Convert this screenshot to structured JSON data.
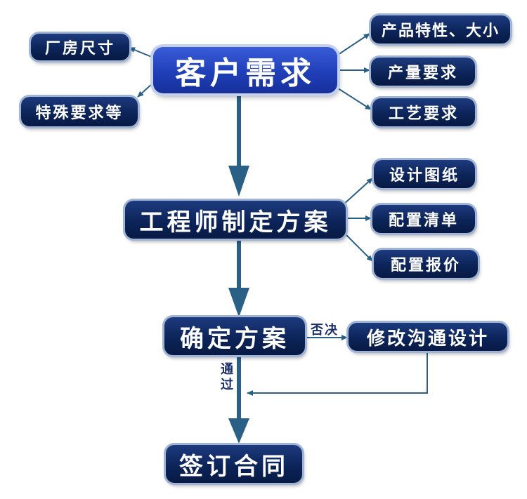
{
  "nodes": {
    "customer_needs": "客户需求",
    "factory_size": "厂房尺寸",
    "special_requirements": "特殊要求等",
    "product_features": "产品特性、大小",
    "output_requirements": "产量要求",
    "process_requirements": "工艺要求",
    "engineer_plan": "工程师制定方案",
    "design_drawings": "设计图纸",
    "config_list": "配置清单",
    "config_quote": "配置报价",
    "confirm_plan": "确定方案",
    "revise_design": "修改沟通设计",
    "sign_contract": "签订合同"
  },
  "edge_labels": {
    "rejected": "否决",
    "passed": "通过"
  },
  "colors": {
    "node_fill": "#0c2459",
    "main_node_fill": "#1f3fb8",
    "arrow": "#2a5f86",
    "label_text": "#1b2f6b"
  }
}
